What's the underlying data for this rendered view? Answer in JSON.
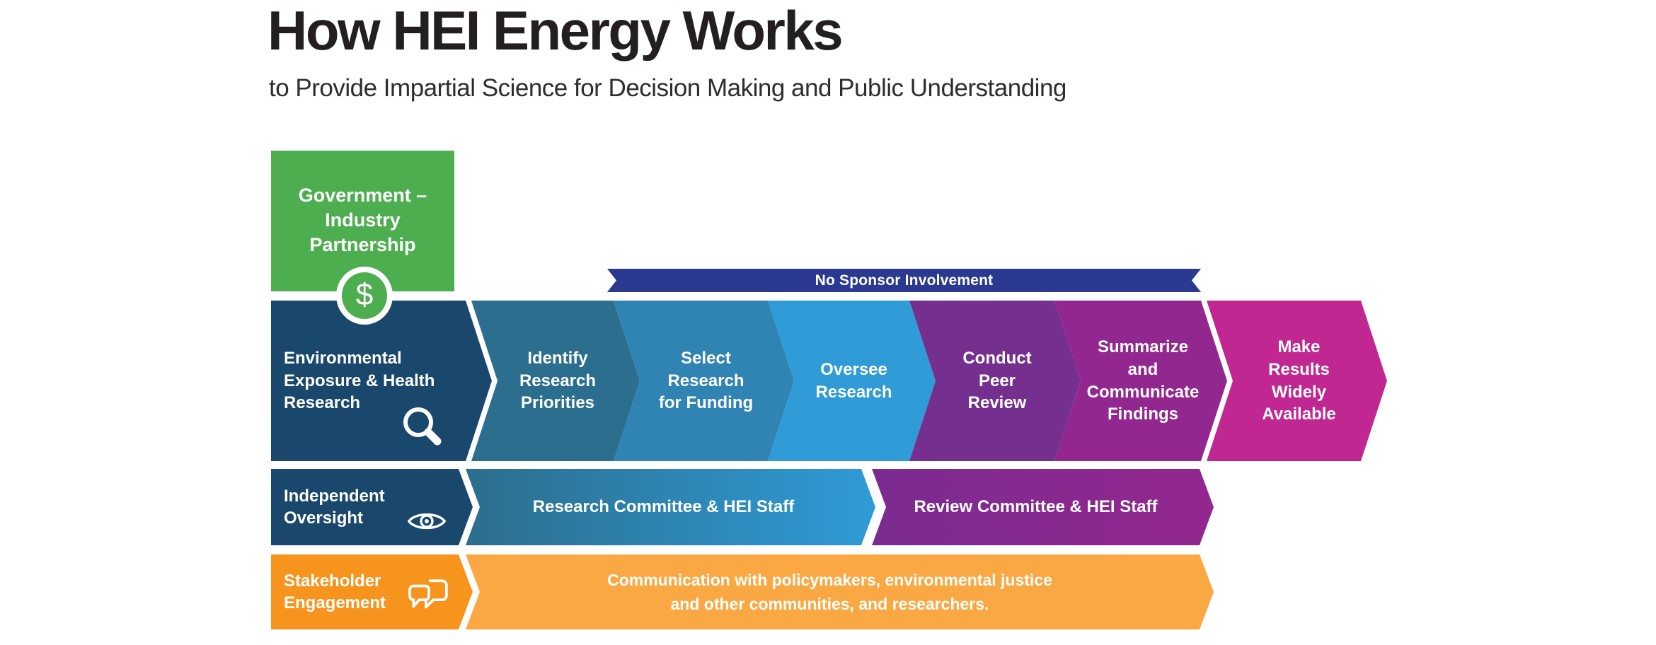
{
  "header": {
    "title": "How HEI Energy Works",
    "subtitle": "to Provide Impartial Science for Decision Making and Public Understanding"
  },
  "funding": {
    "label": "Government –\nIndustry\nPartnership",
    "bg": "#4CAE4E",
    "dollar": "$"
  },
  "banner": {
    "label": "No Sponsor Involvement",
    "bg": "#2B3990"
  },
  "process": {
    "steps": [
      {
        "label": "Environmental\nExposure & Health\nResearch",
        "bg": "#1A476C"
      },
      {
        "label": "Identify\nResearch\nPriorities",
        "bg": "#2C6E8D"
      },
      {
        "label": "Select\nResearch\nfor Funding",
        "bg": "#3084B4"
      },
      {
        "label": "Oversee\nResearch",
        "bg": "#2F9BD7"
      },
      {
        "label": "Conduct\nPeer\nReview",
        "bg": "#75308F"
      },
      {
        "label": "Summarize\nand\nCommunicate\nFindings",
        "bg": "#92278F"
      },
      {
        "label": "Make\nResults\nWidely\nAvailable",
        "bg": "#C02790"
      }
    ]
  },
  "oversight": {
    "header": {
      "label": "Independent\nOversight",
      "bg": "#1A476C"
    },
    "research_committee": {
      "label": "Research Committee & HEI Staff",
      "bg": [
        "#2C6E8D",
        "#2F9BD7"
      ]
    },
    "review_committee": {
      "label": "Review Committee & HEI Staff",
      "bg": [
        "#7B2B90",
        "#93278F"
      ]
    }
  },
  "engagement": {
    "header": {
      "label": "Stakeholder\nEngagement",
      "bg": "#F7941E"
    },
    "communication": {
      "label": "Communication with policymakers, environmental justice\nand other communities, and researchers.",
      "bg": "#FAA843"
    }
  }
}
